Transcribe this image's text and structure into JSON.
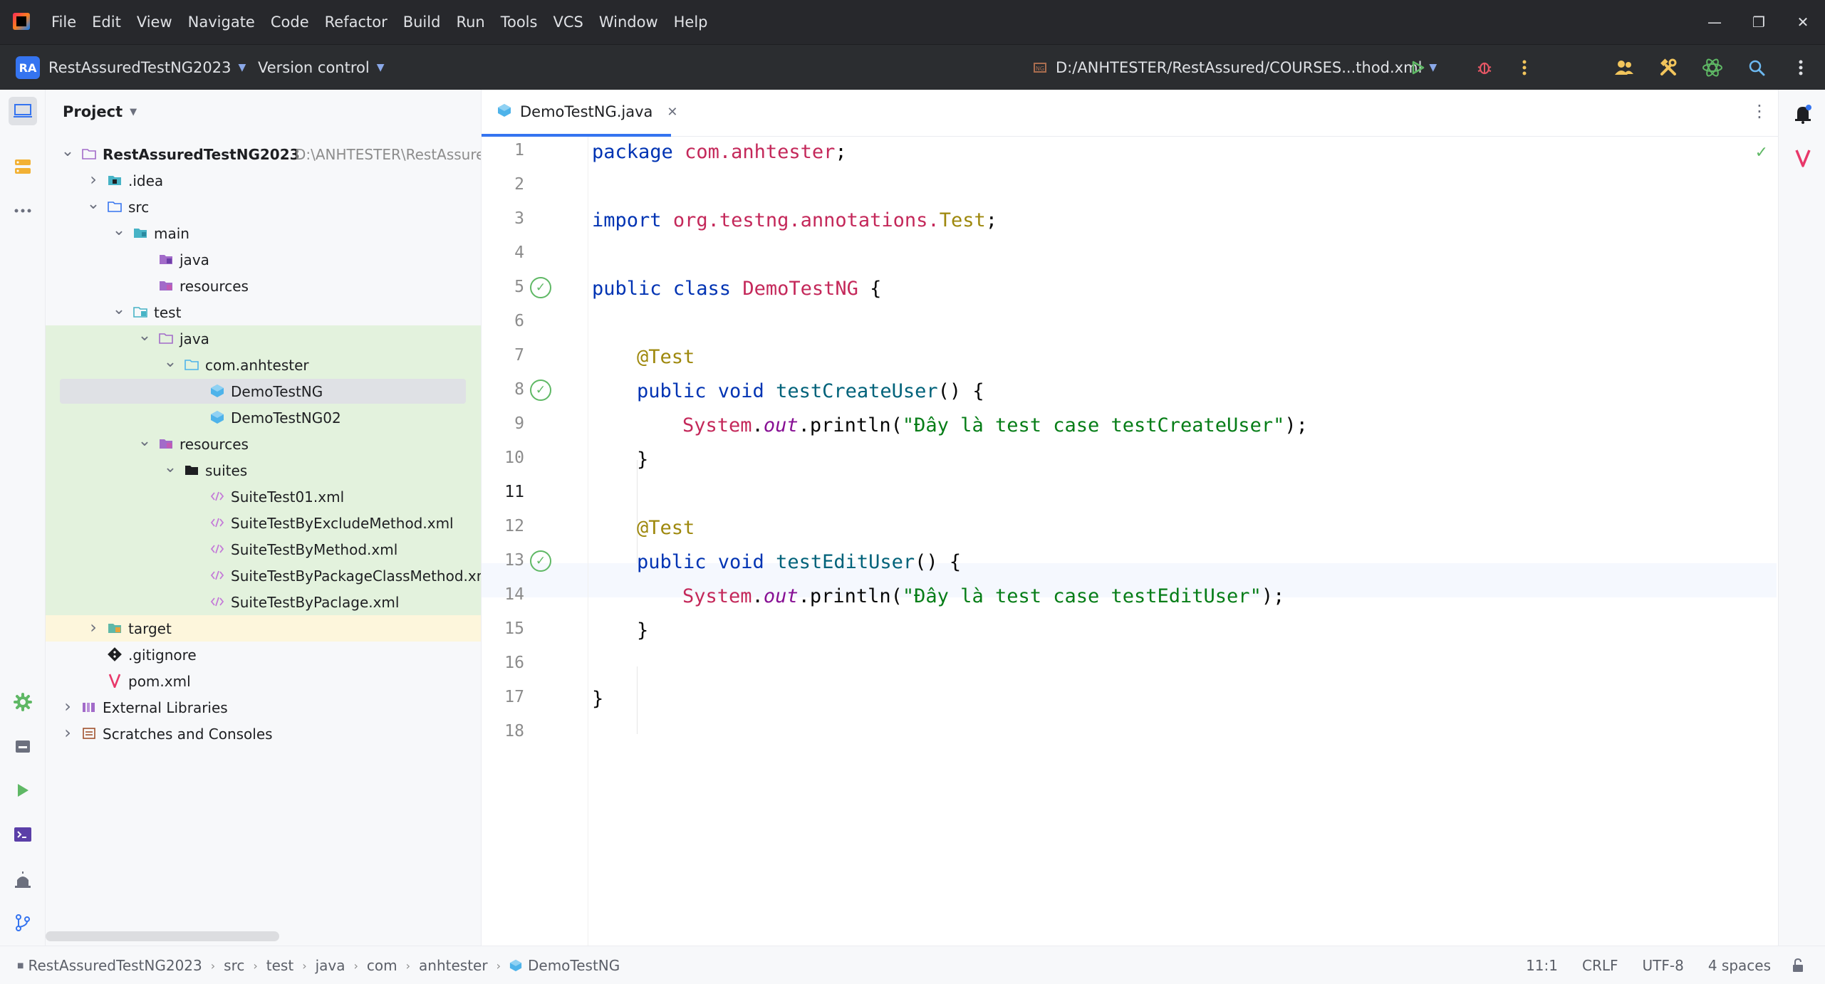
{
  "menu": [
    "File",
    "Edit",
    "View",
    "Navigate",
    "Code",
    "Refactor",
    "Build",
    "Run",
    "Tools",
    "VCS",
    "Window",
    "Help"
  ],
  "window_controls": {
    "minimize": "—",
    "restore": "❐",
    "close": "✕"
  },
  "toolbar": {
    "project_badge": "RA",
    "project_name": "RestAssuredTestNG2023",
    "vcs_label": "Version control",
    "run_config": "D:/ANHTESTER/RestAssured/COURSES...thod.xml"
  },
  "project_panel": {
    "title": "Project",
    "tree": [
      {
        "label": "RestAssuredTestNG2023",
        "hint": "D:\\ANHTESTER\\RestAssure",
        "bold": true,
        "icon": "module-folder-icon"
      },
      {
        "label": ".idea",
        "icon": "idea-folder-icon"
      },
      {
        "label": "src",
        "icon": "folder-icon"
      },
      {
        "label": "main",
        "icon": "source-folder-icon"
      },
      {
        "label": "java",
        "icon": "java-source-root-icon"
      },
      {
        "label": "resources",
        "icon": "resources-root-icon"
      },
      {
        "label": "test",
        "icon": "test-folder-icon"
      },
      {
        "label": "java",
        "icon": "test-source-root-icon"
      },
      {
        "label": "com.anhtester",
        "icon": "package-icon"
      },
      {
        "label": "DemoTestNG",
        "icon": "java-class-icon"
      },
      {
        "label": "DemoTestNG02",
        "icon": "java-class-icon"
      },
      {
        "label": "resources",
        "icon": "test-resources-root-icon"
      },
      {
        "label": "suites",
        "icon": "folder-dark-icon"
      },
      {
        "label": "SuiteTest01.xml",
        "icon": "xml-file-icon"
      },
      {
        "label": "SuiteTestByExcludeMethod.xml",
        "icon": "xml-file-icon"
      },
      {
        "label": "SuiteTestByMethod.xml",
        "icon": "xml-file-icon"
      },
      {
        "label": "SuiteTestByPackageClassMethod.xml",
        "icon": "xml-file-icon"
      },
      {
        "label": "SuiteTestByPaclage.xml",
        "icon": "xml-file-icon"
      },
      {
        "label": "target",
        "icon": "excluded-folder-icon"
      },
      {
        "label": ".gitignore",
        "icon": "git-icon"
      },
      {
        "label": "pom.xml",
        "icon": "maven-icon"
      },
      {
        "label": "External Libraries",
        "icon": "library-icon"
      },
      {
        "label": "Scratches and Consoles",
        "icon": "scratches-icon"
      }
    ]
  },
  "editor": {
    "tab_label": "DemoTestNG.java",
    "line_numbers": [
      "1",
      "2",
      "3",
      "4",
      "5",
      "6",
      "7",
      "8",
      "9",
      "10",
      "11",
      "12",
      "13",
      "14",
      "15",
      "16",
      "17",
      "18"
    ],
    "code": {
      "l1_kw": "package",
      "l1_pkg": "com.anhtester",
      "l1_end": ";",
      "l3_kw": "import",
      "l3_pkg": "org.testng.annotations.",
      "l3_cls": "Test",
      "l3_end": ";",
      "l5_kw": "public class",
      "l5_cls": "DemoTestNG",
      "l5_end": " {",
      "l7_ann": "@Test",
      "l8_kw": "public void",
      "l8_fn": "testCreateUser",
      "l8_end": "() {",
      "l9_sys": "System",
      "l9_dot": ".",
      "l9_fld": "out",
      "l9_call": ".println(",
      "l9_str": "\"Đây là test case testCreateUser\"",
      "l9_end": ");",
      "l10": "}",
      "l12_ann": "@Test",
      "l13_kw": "public void",
      "l13_fn": "testEditUser",
      "l13_end": "() {",
      "l14_sys": "System",
      "l14_dot": ".",
      "l14_fld": "out",
      "l14_call": ".println(",
      "l14_str": "\"Đây là test case testEditUser\"",
      "l14_end": ");",
      "l15": "}",
      "l17": "}"
    }
  },
  "statusbar": {
    "breadcrumb": [
      "RestAssuredTestNG2023",
      "src",
      "test",
      "java",
      "com",
      "anhtester",
      "DemoTestNG"
    ],
    "position": "11:1",
    "line_ending": "CRLF",
    "encoding": "UTF-8",
    "indent": "4 spaces"
  },
  "colors": {
    "accent": "#3574f0",
    "test_bg": "#e3f2dd",
    "excluded_bg": "#fdf6dc",
    "run_green": "#5fb865",
    "debug_red": "#e55765"
  }
}
